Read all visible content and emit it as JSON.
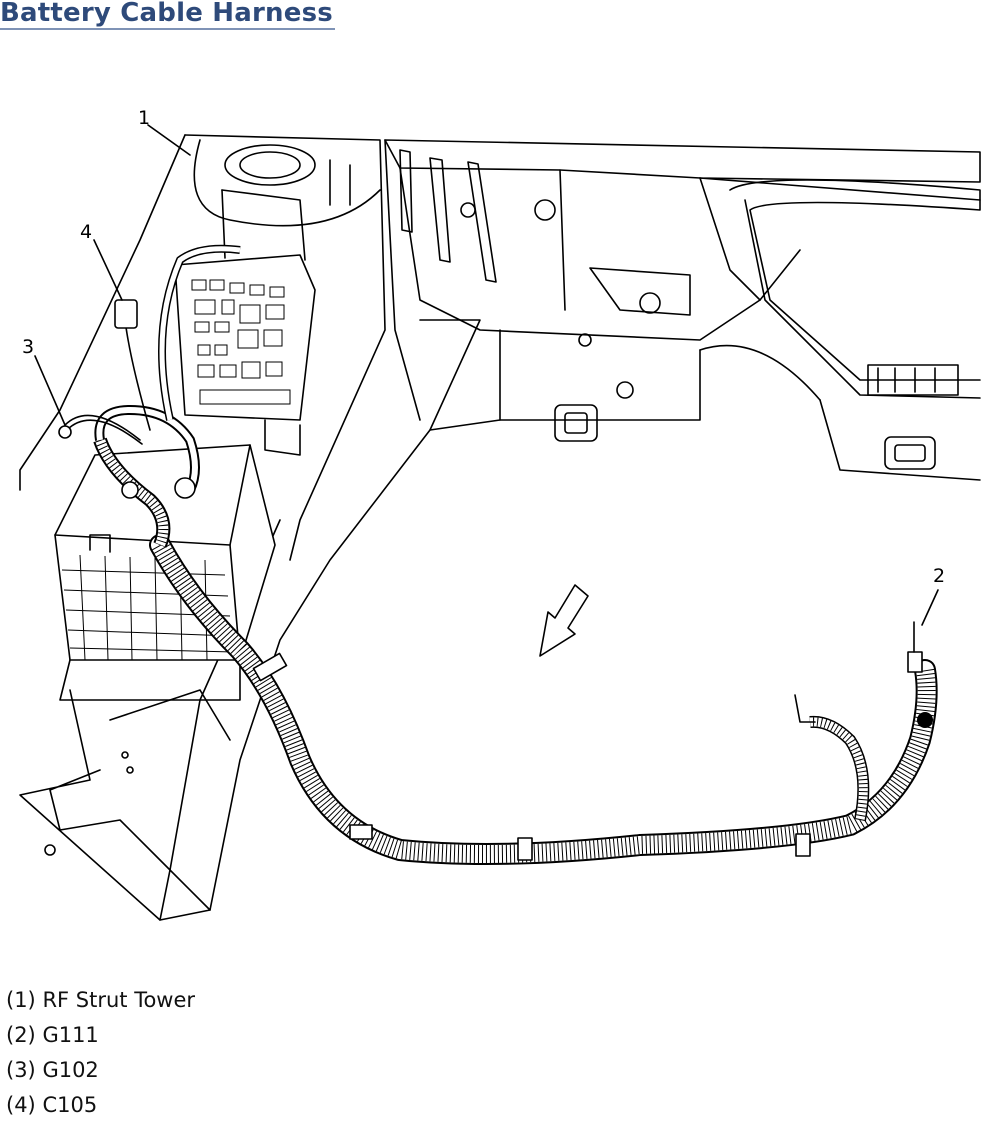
{
  "title": "Battery Cable Harness",
  "callouts": [
    {
      "id": "1",
      "text": "1"
    },
    {
      "id": "2",
      "text": "2"
    },
    {
      "id": "3",
      "text": "3"
    },
    {
      "id": "4",
      "text": "4"
    }
  ],
  "legend": [
    {
      "number": "(1)",
      "label": "RF Strut Tower"
    },
    {
      "number": "(2)",
      "label": "G111"
    },
    {
      "number": "(3)",
      "label": "G102"
    },
    {
      "number": "(4)",
      "label": "C105"
    }
  ]
}
